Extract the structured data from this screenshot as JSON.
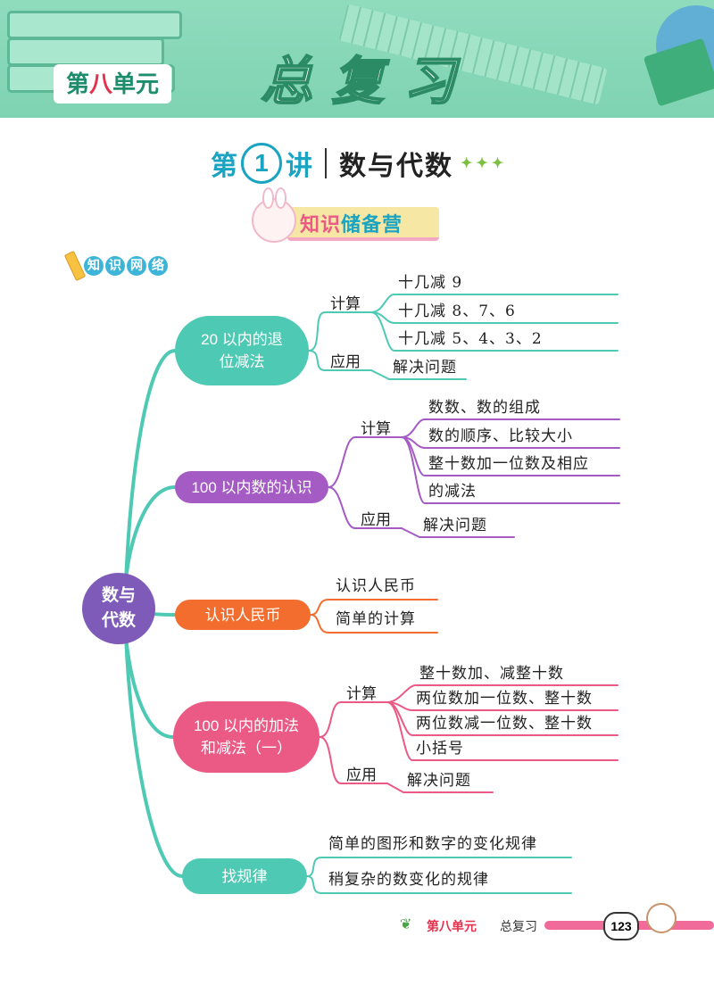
{
  "banner": {
    "unit_parts": [
      "第",
      "八",
      "单元"
    ],
    "title": "总复习",
    "colors": {
      "bg": "#8fdcbd",
      "unit_accent": "#e2324d",
      "unit_main": "#1d8d6b"
    }
  },
  "lesson": {
    "prefix": "第",
    "number": "1",
    "suffix": "讲",
    "name": "数与代数"
  },
  "section_banner": {
    "part_a": "知识",
    "part_b": "储备营"
  },
  "network_tag": {
    "chars": [
      "知",
      "识",
      "网",
      "络"
    ]
  },
  "mindmap": {
    "root": "数与\n代数",
    "branches": [
      {
        "label": "20 以内的退\n位减法",
        "color": "#4ec9b4",
        "groups": [
          {
            "label": "计算",
            "leaves": [
              "十几减 9",
              "十几减 8、7、6",
              "十几减 5、4、3、2"
            ]
          },
          {
            "label": "应用",
            "leaves": [
              "解决问题"
            ]
          }
        ]
      },
      {
        "label": "100 以内数的认识",
        "color": "#a45bc4",
        "groups": [
          {
            "label": "计算",
            "leaves": [
              "数数、数的组成",
              "数的顺序、比较大小",
              "整十数加一位数及相应",
              "的减法"
            ]
          },
          {
            "label": "应用",
            "leaves": [
              "解决问题"
            ]
          }
        ]
      },
      {
        "label": "认识人民币",
        "color": "#f26d2e",
        "groups": [
          {
            "label": "",
            "leaves": [
              "认识人民币",
              "简单的计算"
            ]
          }
        ]
      },
      {
        "label": "100 以内的加法\n和减法（一）",
        "color": "#ea5a85",
        "groups": [
          {
            "label": "计算",
            "leaves": [
              "整十数加、减整十数",
              "两位数加一位数、整十数",
              "两位数减一位数、整十数",
              "小括号"
            ]
          },
          {
            "label": "应用",
            "leaves": [
              "解决问题"
            ]
          }
        ]
      },
      {
        "label": "找规律",
        "color": "#4ec9b4",
        "groups": [
          {
            "label": "",
            "leaves": [
              "简单的图形和数字的变化规律",
              "稍复杂的数变化的规律"
            ]
          }
        ]
      }
    ],
    "root_color": "#7e5bb8",
    "line_color": "#4ec9b4"
  },
  "footer": {
    "unit": "第八单元",
    "section": "总复习",
    "page": "123"
  }
}
